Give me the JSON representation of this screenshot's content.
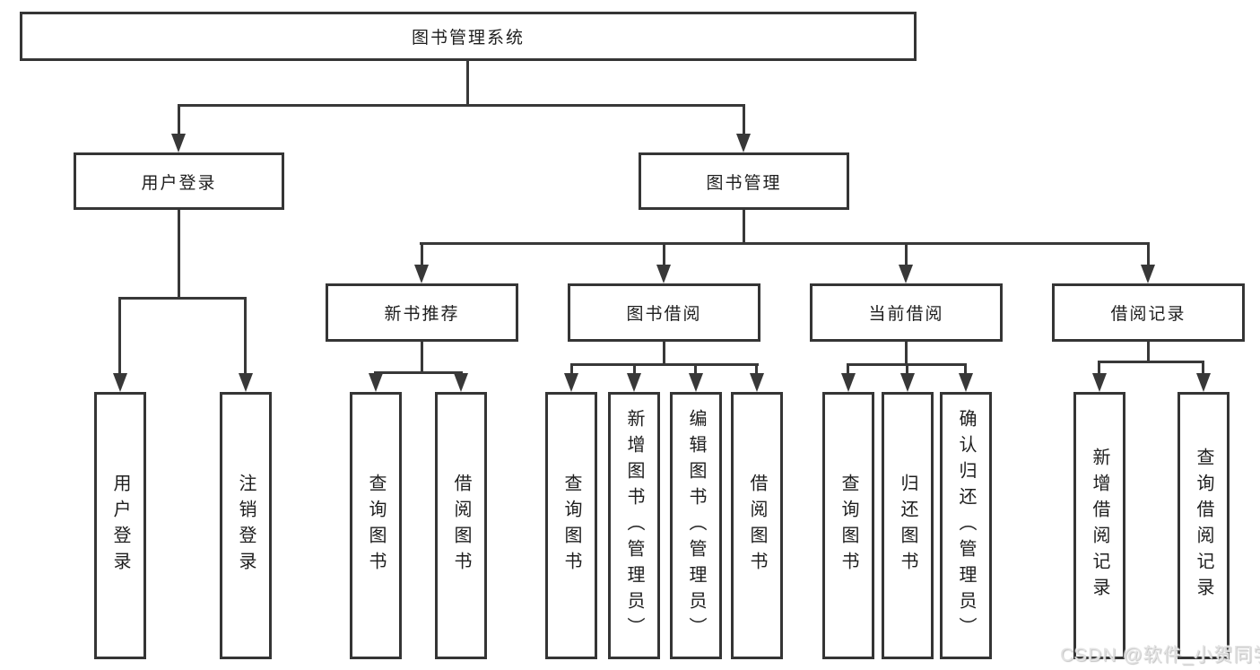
{
  "tree": {
    "root": {
      "label": "图书管理系统"
    },
    "branches": [
      {
        "label": "用户登录",
        "children": [
          {
            "label": "用户登录"
          },
          {
            "label": "注销登录"
          }
        ]
      },
      {
        "label": "图书管理",
        "children": [
          {
            "label": "新书推荐",
            "children": [
              {
                "label": "查询图书"
              },
              {
                "label": "借阅图书"
              }
            ]
          },
          {
            "label": "图书借阅",
            "children": [
              {
                "label": "查询图书"
              },
              {
                "label": "新增图书（管理员）"
              },
              {
                "label": "编辑图书（管理员）"
              },
              {
                "label": "借阅图书"
              }
            ]
          },
          {
            "label": "当前借阅",
            "children": [
              {
                "label": "查询图书"
              },
              {
                "label": "归还图书"
              },
              {
                "label": "确认归还（管理员）"
              }
            ]
          },
          {
            "label": "借阅记录",
            "children": [
              {
                "label": "新增借阅记录"
              },
              {
                "label": "查询借阅记录"
              }
            ]
          }
        ]
      }
    ]
  },
  "watermark": "CSDN @软件_小贺同学",
  "colors": {
    "line": "#383838",
    "box_border": "#353535",
    "text": "#1e1e1e",
    "background": "#ffffff",
    "watermark": "#e2e2e2"
  }
}
